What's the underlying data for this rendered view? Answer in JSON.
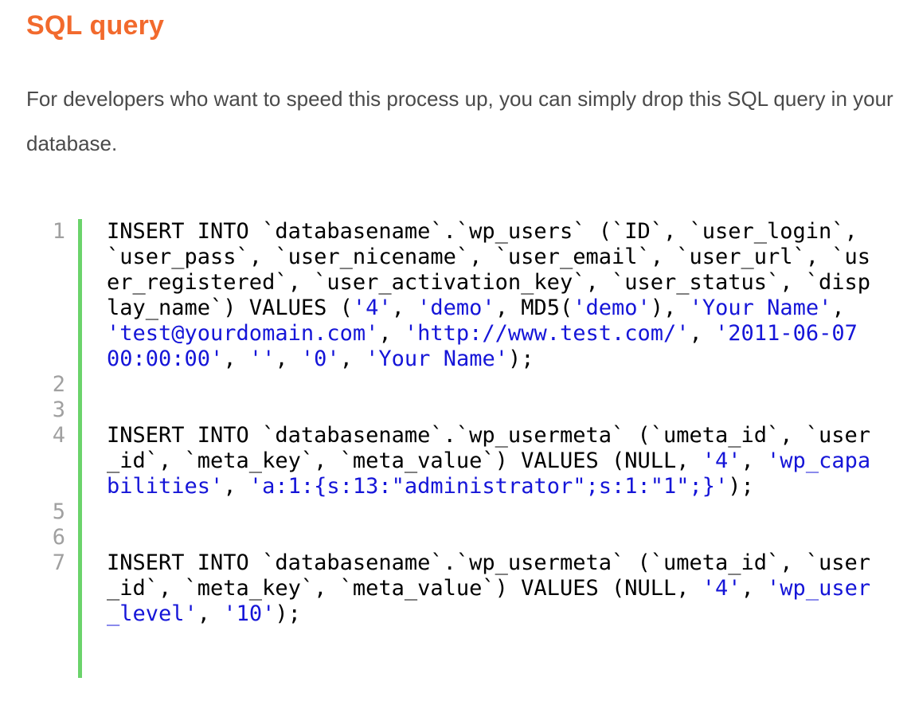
{
  "heading": "SQL query",
  "intro": "For developers who want to speed this process up, you can simply drop this SQL query in your database.",
  "code": {
    "accent_color": "#6bd36b",
    "string_color": "#1515d8",
    "lines": [
      {
        "number": "1",
        "segments": [
          {
            "t": "INSERT INTO `databasename`.`wp_users` (`ID`, `user_login`, `user_pass`, `user_nicename`, `user_email`, `user_url`, `user_registered`, `user_activation_key`, `user_status`, `display_name`) VALUES (",
            "s": false
          },
          {
            "t": "'4'",
            "s": true
          },
          {
            "t": ", ",
            "s": false
          },
          {
            "t": "'demo'",
            "s": true
          },
          {
            "t": ", MD5(",
            "s": false
          },
          {
            "t": "'demo'",
            "s": true
          },
          {
            "t": "), ",
            "s": false
          },
          {
            "t": "'Your Name'",
            "s": true
          },
          {
            "t": ", ",
            "s": false
          },
          {
            "t": "'test@yourdomain.com'",
            "s": true
          },
          {
            "t": ", ",
            "s": false
          },
          {
            "t": "'http://www.test.com/'",
            "s": true
          },
          {
            "t": ", ",
            "s": false
          },
          {
            "t": "'2011-06-07 00:00:00'",
            "s": true
          },
          {
            "t": ", ",
            "s": false
          },
          {
            "t": "''",
            "s": true
          },
          {
            "t": ", ",
            "s": false
          },
          {
            "t": "'0'",
            "s": true
          },
          {
            "t": ", ",
            "s": false
          },
          {
            "t": "'Your Name'",
            "s": true
          },
          {
            "t": ");",
            "s": false
          }
        ]
      },
      {
        "number": "2",
        "segments": []
      },
      {
        "number": "3",
        "segments": []
      },
      {
        "number": "4",
        "segments": [
          {
            "t": "INSERT INTO `databasename`.`wp_usermeta` (`umeta_id`, `user_id`, `meta_key`, `meta_value`) VALUES (NULL, ",
            "s": false
          },
          {
            "t": "'4'",
            "s": true
          },
          {
            "t": ", ",
            "s": false
          },
          {
            "t": "'wp_capabilities'",
            "s": true
          },
          {
            "t": ", ",
            "s": false
          },
          {
            "t": "'a:1:{s:13:\"administrator\";s:1:\"1\";}'",
            "s": true
          },
          {
            "t": ");",
            "s": false
          }
        ]
      },
      {
        "number": "5",
        "segments": []
      },
      {
        "number": "6",
        "segments": []
      },
      {
        "number": "7",
        "segments": [
          {
            "t": "INSERT INTO `databasename`.`wp_usermeta` (`umeta_id`, `user_id`, `meta_key`, `meta_value`) VALUES (NULL, ",
            "s": false
          },
          {
            "t": "'4'",
            "s": true
          },
          {
            "t": ", ",
            "s": false
          },
          {
            "t": "'wp_user_level'",
            "s": true
          },
          {
            "t": ", ",
            "s": false
          },
          {
            "t": "'10'",
            "s": true
          },
          {
            "t": ");",
            "s": false
          }
        ]
      }
    ]
  }
}
